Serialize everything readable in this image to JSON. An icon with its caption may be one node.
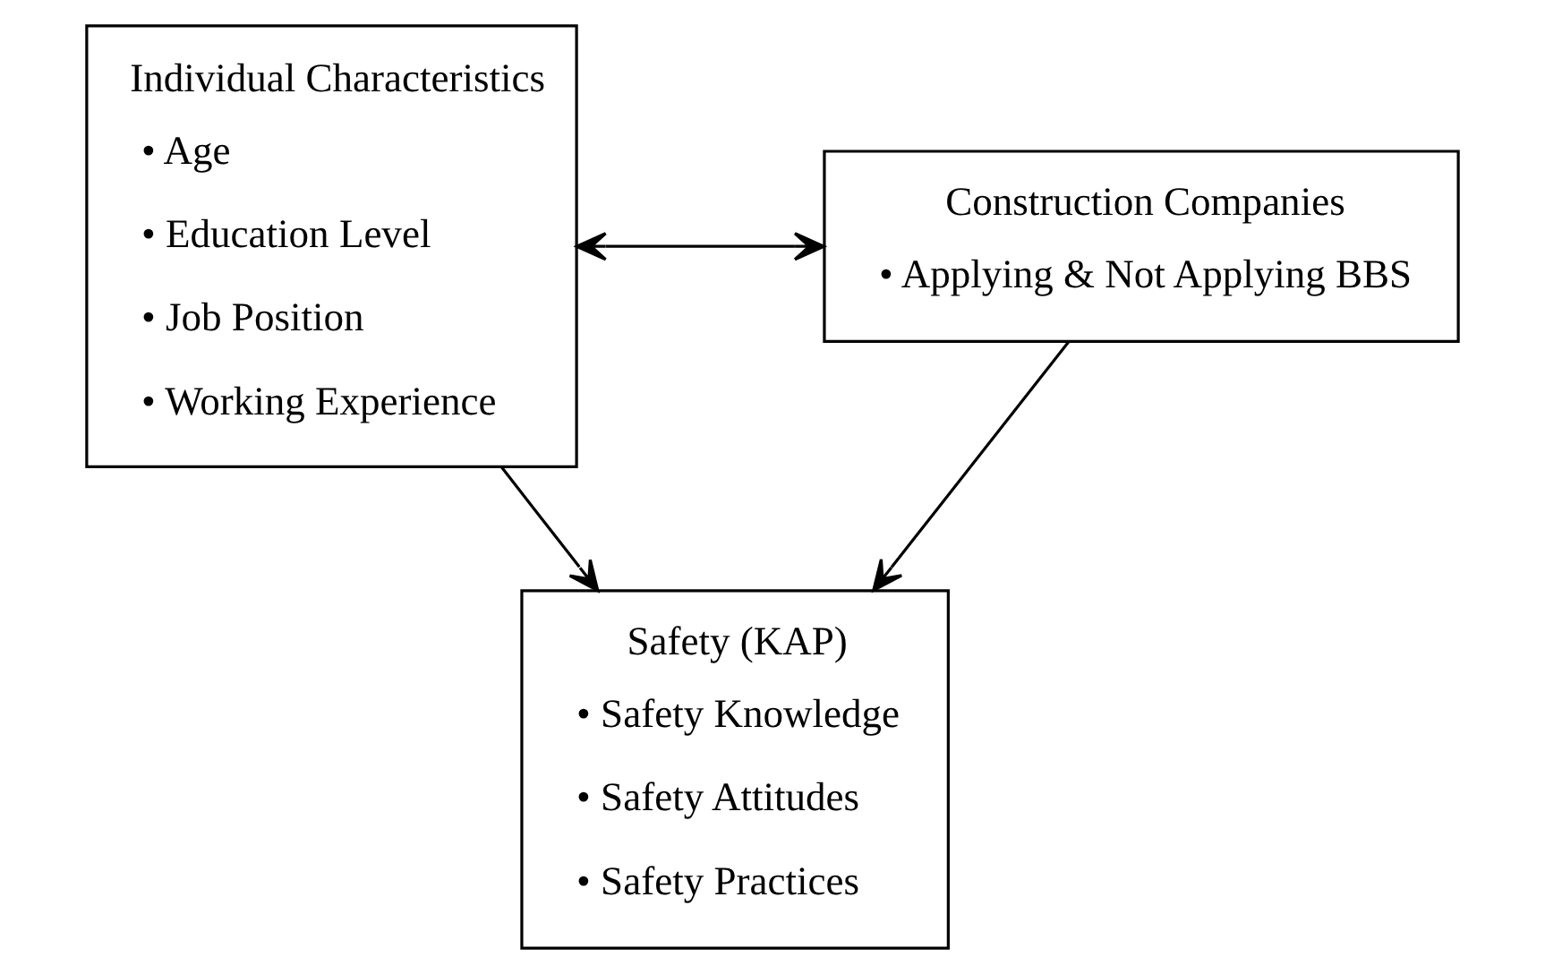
{
  "diagram": {
    "nodes": [
      {
        "text": [
          "Individual Characteristics",
          "• Age",
          "• Education Level",
          "• Job Position",
          "• Working Experience"
        ]
      },
      {
        "text": [
          "Construction Companies",
          "• Applying & Not Applying BBS"
        ]
      },
      {
        "text": [
          "Safety (KAP)",
          "• Safety Knowledge",
          "• Safety Attitudes",
          "• Safety Practices"
        ]
      }
    ],
    "edges": [
      {
        "from": 0,
        "to": 1,
        "arrow": "both"
      },
      {
        "from": 0,
        "to": 2,
        "arrow": "to"
      },
      {
        "from": 1,
        "to": 2,
        "arrow": "to"
      }
    ]
  }
}
